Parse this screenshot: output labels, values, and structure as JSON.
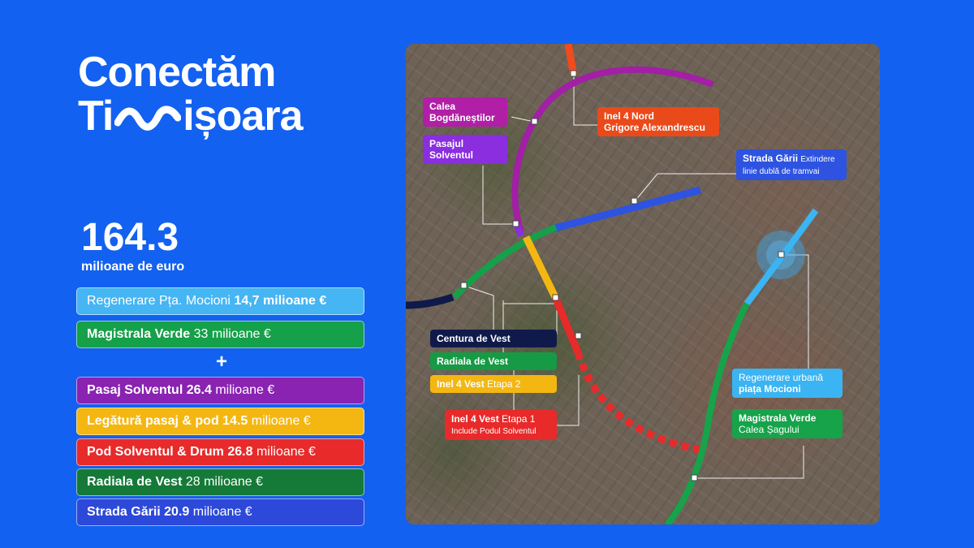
{
  "title": {
    "line1": "Conectăm",
    "line2_pre": "Ti",
    "line2_post": "ișoara"
  },
  "total": {
    "value": "164.3",
    "unit": "milioane de euro"
  },
  "budget_items_top": [
    {
      "name": "Regenerare Pța. Mocioni",
      "amount": "14,7 milioane €",
      "color": "#45b5f4"
    },
    {
      "name": "Magistrala Verde",
      "amount": "33 milioane €",
      "color": "#15a04a"
    }
  ],
  "plus_sign": "+",
  "budget_items_bottom": [
    {
      "name": "Pasaj Solventul 26.4",
      "amount": "milioane €",
      "color": "#8a22b2"
    },
    {
      "name": "Legătură pasaj",
      "name2": "& pod 14.5",
      "amount": "milioane €",
      "color": "#f4b711"
    },
    {
      "name": "Pod Solventul",
      "name2": "& Drum 26.8",
      "amount": "milioane €",
      "color": "#e82a2a"
    },
    {
      "name": "Radiala de Vest",
      "amount": "28 milioane €",
      "color": "#157a37"
    },
    {
      "name": "Strada Gării 20.9",
      "amount": "milioane €",
      "color": "#2d49d9"
    }
  ],
  "map_labels": {
    "calea": {
      "bold": "Calea",
      "bold2": "Bogdăneștilor",
      "color": "#b11fa6"
    },
    "pasajul": {
      "bold": "Pasajul",
      "bold2": "Solventul",
      "color": "#8a2ee0"
    },
    "inel4nord": {
      "bold": "Inel 4 Nord",
      "bold2": "Grigore Alexandrescu",
      "color": "#ea4a1a"
    },
    "strada_garii": {
      "bold": "Strada Gării",
      "text": "Extindere",
      "text2": "linie dublă de tramvai",
      "color": "#2d53e0"
    },
    "centura": {
      "bold": "Centura de Vest",
      "color": "#101a4a"
    },
    "radiala": {
      "bold": "Radiala de Vest",
      "color": "#169a45"
    },
    "inel4vest2": {
      "bold": "Inel 4 Vest",
      "text": "Etapa 2",
      "color": "#f4b711"
    },
    "inel4vest1": {
      "bold": "Inel 4 Vest",
      "text": "Etapa 1",
      "text2": "Include Podul Solventul",
      "color": "#e82a2a"
    },
    "regenerare": {
      "text": "Regenerare urbană",
      "bold2": "piața Mocioni",
      "color": "#3ab4f2"
    },
    "magistrala": {
      "bold": "Magistrala Verde",
      "text2": "Calea Șagului",
      "color": "#16a34a"
    }
  }
}
